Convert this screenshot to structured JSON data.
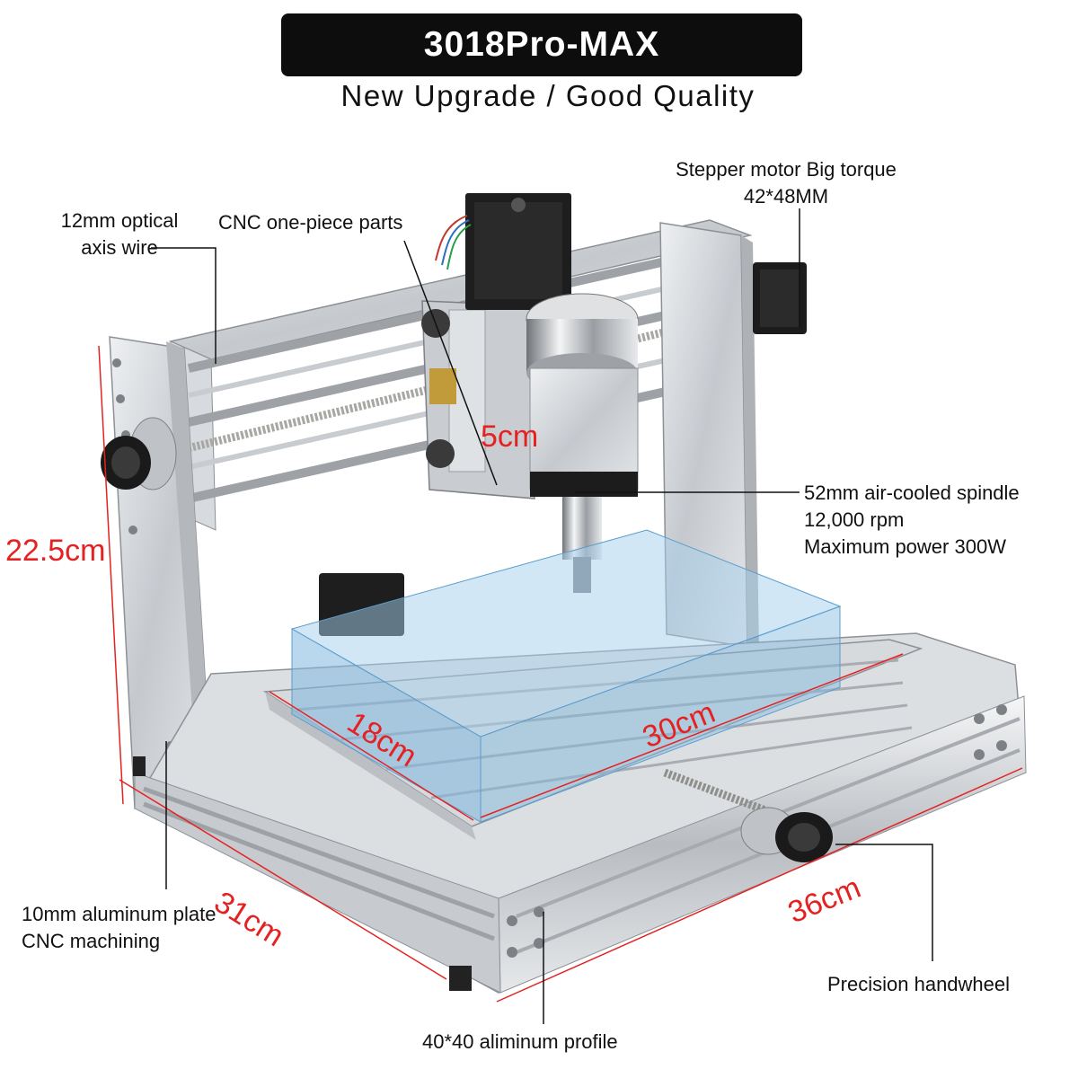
{
  "header": {
    "title": "3018Pro-MAX",
    "subtitle": "New Upgrade / Good Quality"
  },
  "callouts": {
    "stepper_line1": "Stepper motor Big torque",
    "stepper_line2": "42*48MM",
    "optical_line1": "12mm optical",
    "optical_line2": "axis wire",
    "cnc_parts": "CNC one-piece parts",
    "spindle_line1": "52mm air-cooled spindle",
    "spindle_line2": "12,000 rpm",
    "spindle_line3": "Maximum power 300W",
    "plate_line1": "10mm aluminum plate",
    "plate_line2": "CNC machining",
    "handwheel": "Precision handwheel",
    "profile": "40*40 aliminum profile"
  },
  "dimensions": {
    "height": "22.5cm",
    "depth": "31cm",
    "width": "36cm",
    "work_y": "18cm",
    "work_x": "30cm",
    "work_z": "5cm"
  },
  "colors": {
    "dimension_red": "#e52222",
    "work_area_blue": "#7fb8e0",
    "aluminum": "#c9ccd0"
  }
}
